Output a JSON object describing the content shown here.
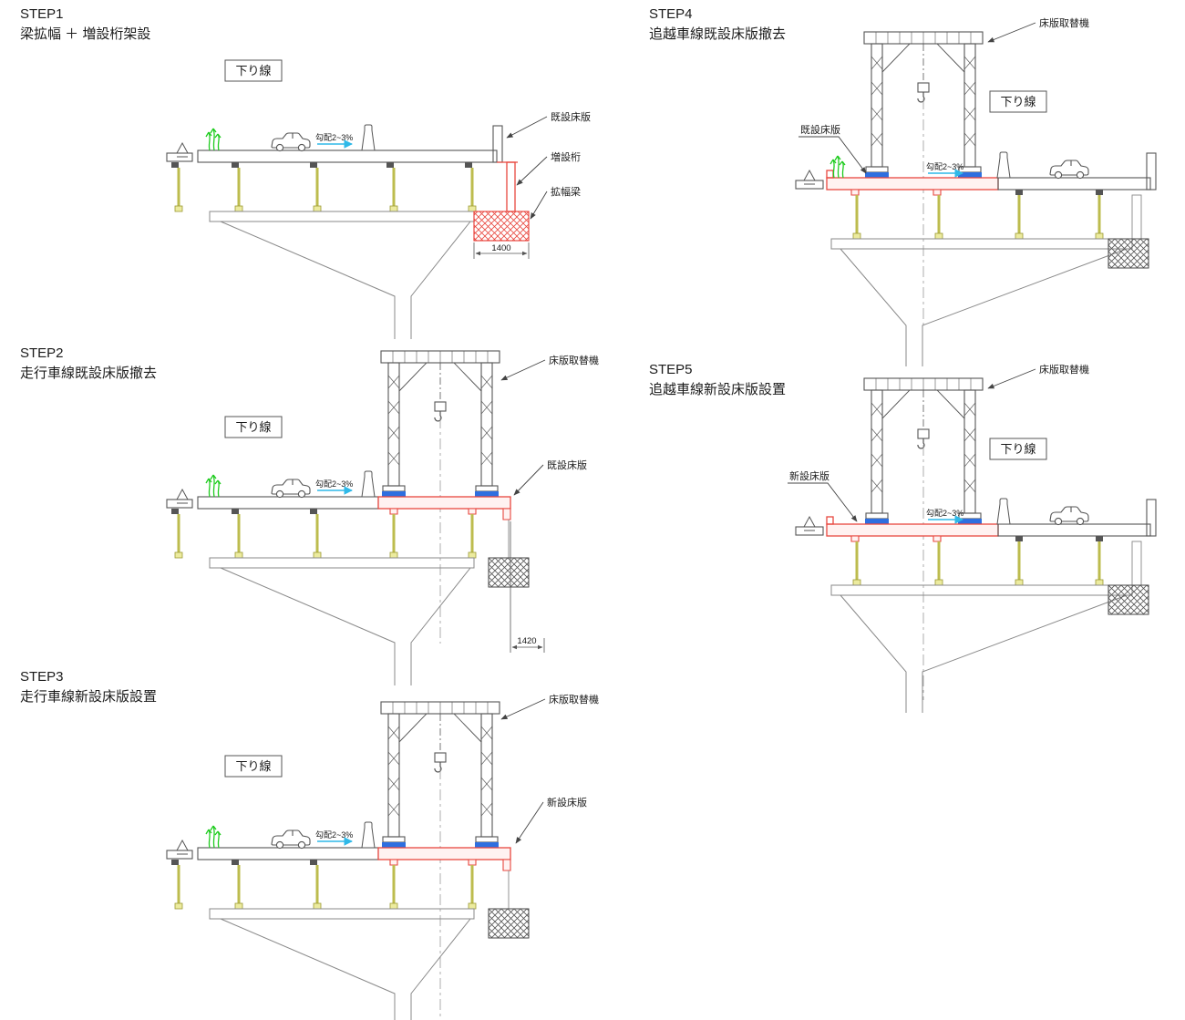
{
  "colors": {
    "line": "#555555",
    "highlight_red": "#e8473f",
    "support_yellow": "#bdbc4e",
    "plant_green": "#1fcc1f",
    "slope_cyan": "#2fb9e8",
    "pad_blue": "#2e6fe0"
  },
  "diagram": {
    "steps": [
      {
        "title": "STEP1",
        "subtitle": "梁拡幅 ＋ 増設桁架設",
        "lane": "下り線",
        "slope": "勾配2~3%",
        "label_existing_deck": "既設床版",
        "label_added_girder": "増設桁",
        "label_widening_beam": "拡幅梁",
        "dim": "1400"
      },
      {
        "title": "STEP2",
        "subtitle": "走行車線既設床版撤去",
        "lane": "下り線",
        "slope": "勾配2~3%",
        "label_machine": "床版取替機",
        "label_existing_deck": "既設床版",
        "dim": "1420"
      },
      {
        "title": "STEP3",
        "subtitle": "走行車線新設床版設置",
        "lane": "下り線",
        "slope": "勾配2~3%",
        "label_machine": "床版取替機",
        "label_new_deck": "新設床版"
      },
      {
        "title": "STEP4",
        "subtitle": "追越車線既設床版撤去",
        "lane": "下り線",
        "slope": "勾配2~3%",
        "label_machine": "床版取替機",
        "label_existing_deck": "既設床版"
      },
      {
        "title": "STEP5",
        "subtitle": "追越車線新設床版設置",
        "lane": "下り線",
        "slope": "勾配2~3%",
        "label_machine": "床版取替機",
        "label_new_deck": "新設床版"
      }
    ]
  }
}
